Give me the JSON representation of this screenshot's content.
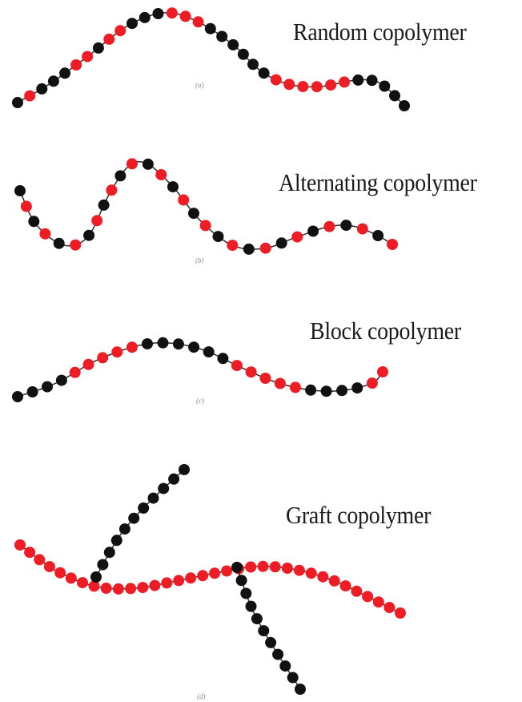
{
  "panels": [
    {
      "id": "a",
      "title": "Random copolymer",
      "label": "(a)"
    },
    {
      "id": "b",
      "title": "Alternating copolymer",
      "label": "(b)"
    },
    {
      "id": "c",
      "title": "Block copolymer",
      "label": "(c)"
    },
    {
      "id": "d",
      "title": "Graft copolymer",
      "label": "(d)"
    }
  ],
  "colors": {
    "monomer_a": "#ee1c24",
    "monomer_b": "#111111"
  },
  "sequences": {
    "random": "BRBBBRRBRRBBBRRRBBBBBBRRRRRRBBBBB",
    "alternating": "alternating red/black",
    "block": "BBBBRRRRRBBBBBBRRRRRBBBBRR",
    "graft_backbone": "red",
    "graft_branches": "black"
  }
}
